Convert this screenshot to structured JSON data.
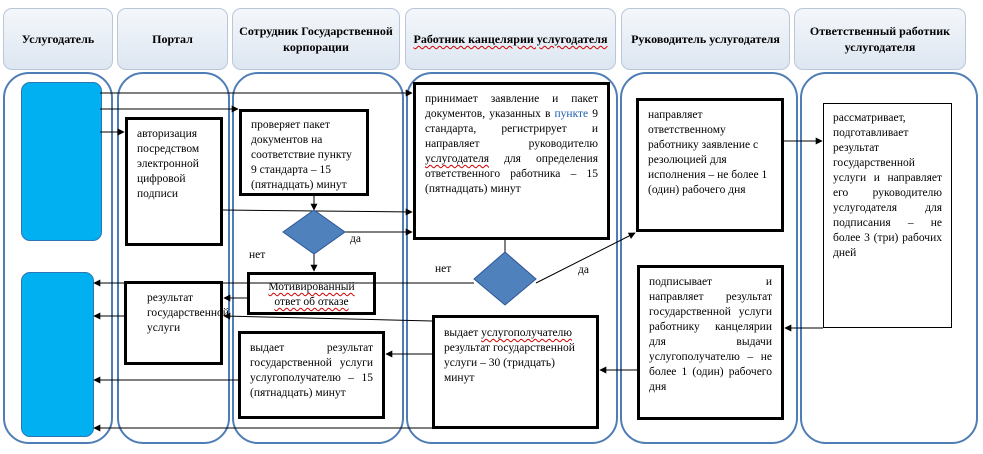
{
  "headers": [
    "Услугодатель",
    "Портал",
    "Сотрудник Государственной корпорации",
    "Работник канцелярии услугодателя",
    "Руководитель услугодателя",
    "Ответственный работник услугодателя"
  ],
  "boxes": {
    "portal_auth": "авторизация посредством электронной цифровой подписи",
    "portal_result": "результат государственной услуги",
    "gk_check": "проверяет пакет документов на соответствие пункту 9 стандарта – 15 (пятнадцать) минут",
    "gk_refusal": "Мотивированный ответ об отказе",
    "gk_issue": "выдает результат государственной услуги услугополучателю – 15 (пятнадцать) минут",
    "office_accept": {
      "part1": "принимает заявление и пакет документов, указанных в ",
      "link": "пункте",
      "part2": " 9 стандарта, регистрирует и направляет руководителю ",
      "wavy": "услугодателя",
      "part3": " для определения ответственного работника – 15 (пятнадцать) минут"
    },
    "office_issue": {
      "part1": "выдает ",
      "wavy": "услугополучателю",
      "part2": " результат государственной услуги – 30 (тридцать) минут"
    },
    "head_direct": "направляет ответственному работнику заявление с резолюцией для исполнения – не более 1 (один) рабочего дня",
    "head_sign": "подписывает и направляет результат государственной услуги работнику канцелярии для выдачи услугополучателю – не более 1 (один) рабочего дня",
    "resp_prepare": "рассматривает, подготавливает результат государственной услуги и направляет его руководителю услугодателя для подписания – не более 3 (три) рабочих дней"
  },
  "decision_labels": {
    "d1_yes": "да",
    "d1_no": "нет",
    "d2_yes": "да",
    "d2_no": "нет"
  },
  "colors": {
    "lane_border": "#4f7db6",
    "start_block": "#00b0f0",
    "diamond": "#4f81bd"
  }
}
